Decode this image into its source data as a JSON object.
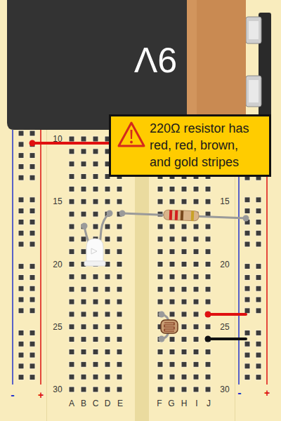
{
  "diagram": {
    "nodes": [
      {
        "text": [
          "9V"
        ]
      },
      {
        "text": [
          "220Ω resistor has red, red, brown, and gold stripes"
        ]
      }
    ],
    "labels": [
      "10",
      "15",
      "15",
      "20",
      "20",
      "25",
      "25",
      "30",
      "30",
      "A",
      "B",
      "C",
      "D",
      "E",
      "F",
      "G",
      "H",
      "I",
      "J",
      "-",
      "+",
      "-",
      "+"
    ]
  }
}
